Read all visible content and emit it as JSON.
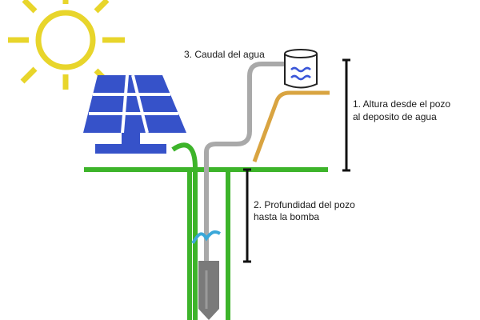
{
  "labels": {
    "flow": "3. Caudal del agua",
    "height_line1": "1. Altura desde el pozo",
    "height_line2": "al deposito de agua",
    "depth_line1": "2. Profundidad del pozo",
    "depth_line2": "hasta la bomba"
  },
  "icons": {
    "sun": "sun-icon",
    "solar_panel": "solar-panel-icon",
    "tank": "water-tank-icon",
    "pump": "pump-icon"
  },
  "colors": {
    "sun": "#E8D52B",
    "panel": "#3652C9",
    "panel_grid": "#FFFFFF",
    "ground_wire": "#3DB42A",
    "pipe": "#A9A9A9",
    "outlet_pipe": "#D9A441",
    "water_wave": "#3A56D8",
    "well_water": "#3BA8D9",
    "pump": "#7A7A7A",
    "measure": "#111111"
  }
}
